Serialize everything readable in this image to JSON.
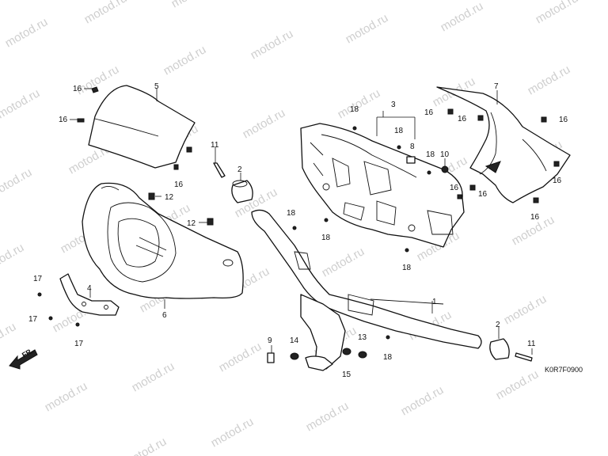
{
  "watermark": "motod.ru",
  "diagram_code": "K0R7F0900",
  "front_marker": "FR.",
  "callouts": [
    {
      "id": "c16a",
      "label": "16"
    },
    {
      "id": "c16b",
      "label": "16"
    },
    {
      "id": "c5",
      "label": "5"
    },
    {
      "id": "c11a",
      "label": "11"
    },
    {
      "id": "c16c",
      "label": "16"
    },
    {
      "id": "c2a",
      "label": "2"
    },
    {
      "id": "c12a",
      "label": "12"
    },
    {
      "id": "c12b",
      "label": "12"
    },
    {
      "id": "c17a",
      "label": "17"
    },
    {
      "id": "c4",
      "label": "4"
    },
    {
      "id": "c17b",
      "label": "17"
    },
    {
      "id": "c17c",
      "label": "17"
    },
    {
      "id": "c6",
      "label": "6"
    },
    {
      "id": "c18a",
      "label": "18"
    },
    {
      "id": "c3",
      "label": "3"
    },
    {
      "id": "c18b",
      "label": "18"
    },
    {
      "id": "c8",
      "label": "8"
    },
    {
      "id": "c18c",
      "label": "18"
    },
    {
      "id": "c10",
      "label": "10"
    },
    {
      "id": "c16d",
      "label": "16"
    },
    {
      "id": "c16e",
      "label": "16"
    },
    {
      "id": "c7",
      "label": "7"
    },
    {
      "id": "c16f",
      "label": "16"
    },
    {
      "id": "c16g",
      "label": "16"
    },
    {
      "id": "c16h",
      "label": "16"
    },
    {
      "id": "c16i",
      "label": "16"
    },
    {
      "id": "c16j",
      "label": "16"
    },
    {
      "id": "c18d",
      "label": "18"
    },
    {
      "id": "c18e",
      "label": "18"
    },
    {
      "id": "c18f",
      "label": "18"
    },
    {
      "id": "c1",
      "label": "1"
    },
    {
      "id": "c2b",
      "label": "2"
    },
    {
      "id": "c11b",
      "label": "11"
    },
    {
      "id": "c9",
      "label": "9"
    },
    {
      "id": "c14",
      "label": "14"
    },
    {
      "id": "c13",
      "label": "13"
    },
    {
      "id": "c15",
      "label": "15"
    },
    {
      "id": "c18g",
      "label": "18"
    }
  ]
}
